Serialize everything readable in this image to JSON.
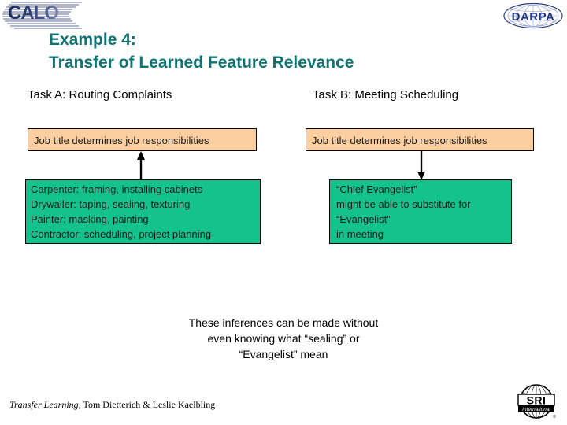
{
  "brand": {
    "calo_logo_text": "CALO",
    "darpa_logo_text": "DARPA",
    "sri_logo_text": "SRI",
    "sri_logo_subtext": "International"
  },
  "title": {
    "line1": "Example 4:",
    "line2": "Transfer of Learned Feature Relevance",
    "color": "#0e7373"
  },
  "tasks": {
    "task_a": {
      "heading": "Task A:  Routing Complaints",
      "rule_box": {
        "text": "Job title determines job responsibilities",
        "fill": "#fbcfa0"
      },
      "evidence_box": {
        "lines": [
          "Carpenter: framing, installing cabinets",
          "Drywaller: taping, sealing, texturing",
          "Painter: masking, painting",
          "Contractor: scheduling, project planning"
        ],
        "fill": "#14c28c"
      },
      "arrow_direction": "up"
    },
    "task_b": {
      "heading": "Task B: Meeting Scheduling",
      "rule_box": {
        "text": "Job title determines job responsibilities",
        "fill": "#fbcfa0"
      },
      "evidence_box": {
        "lines": [
          "“Chief Evangelist”",
          "might be able to substitute for",
          "“Evangelist”",
          "in meeting"
        ],
        "fill": "#14c28c"
      },
      "arrow_direction": "down"
    }
  },
  "caption": {
    "line1": "These inferences can be made without",
    "line2": "even knowing what “sealing” or",
    "line3": "“Evangelist” mean"
  },
  "footer": {
    "title_italic": "Transfer Learning",
    "rest": ", Tom Dietterich & Leslie Kaelbling"
  }
}
